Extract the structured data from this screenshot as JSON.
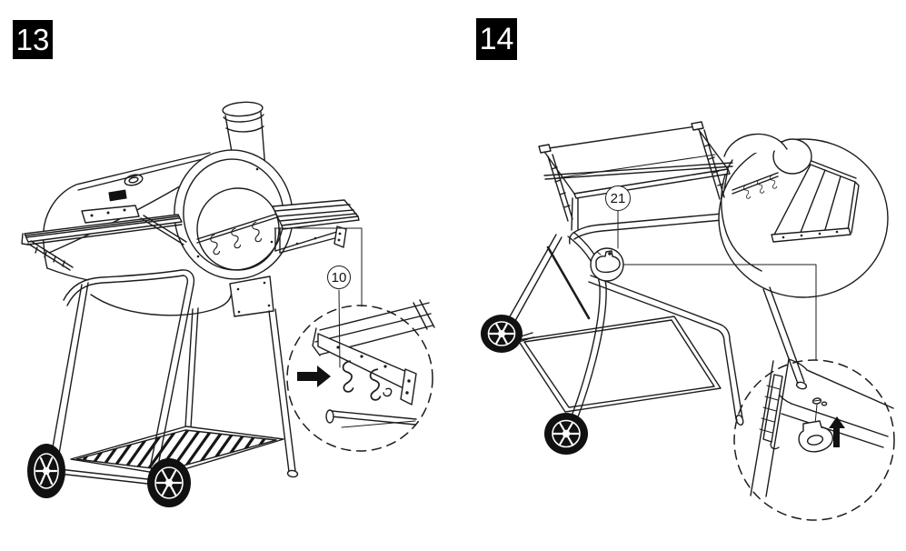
{
  "page": {
    "background": "#ffffff",
    "line_color": "#1c1c1c",
    "badge_bg": "#000000",
    "badge_text_color": "#ffffff",
    "arrow_color": "#111111",
    "wheel_color": "#111111"
  },
  "steps": [
    {
      "number": "13",
      "callout": {
        "part_number": "10",
        "arrow_icon": "arrow-right-icon",
        "depicts": "s-hooks hung on side-shelf support bracket"
      }
    },
    {
      "number": "14",
      "callout": {
        "part_number": "21",
        "arrow_icon": "arrow-up-icon",
        "depicts": "bottle-opener clip screwed to cart-frame corner"
      }
    }
  ]
}
